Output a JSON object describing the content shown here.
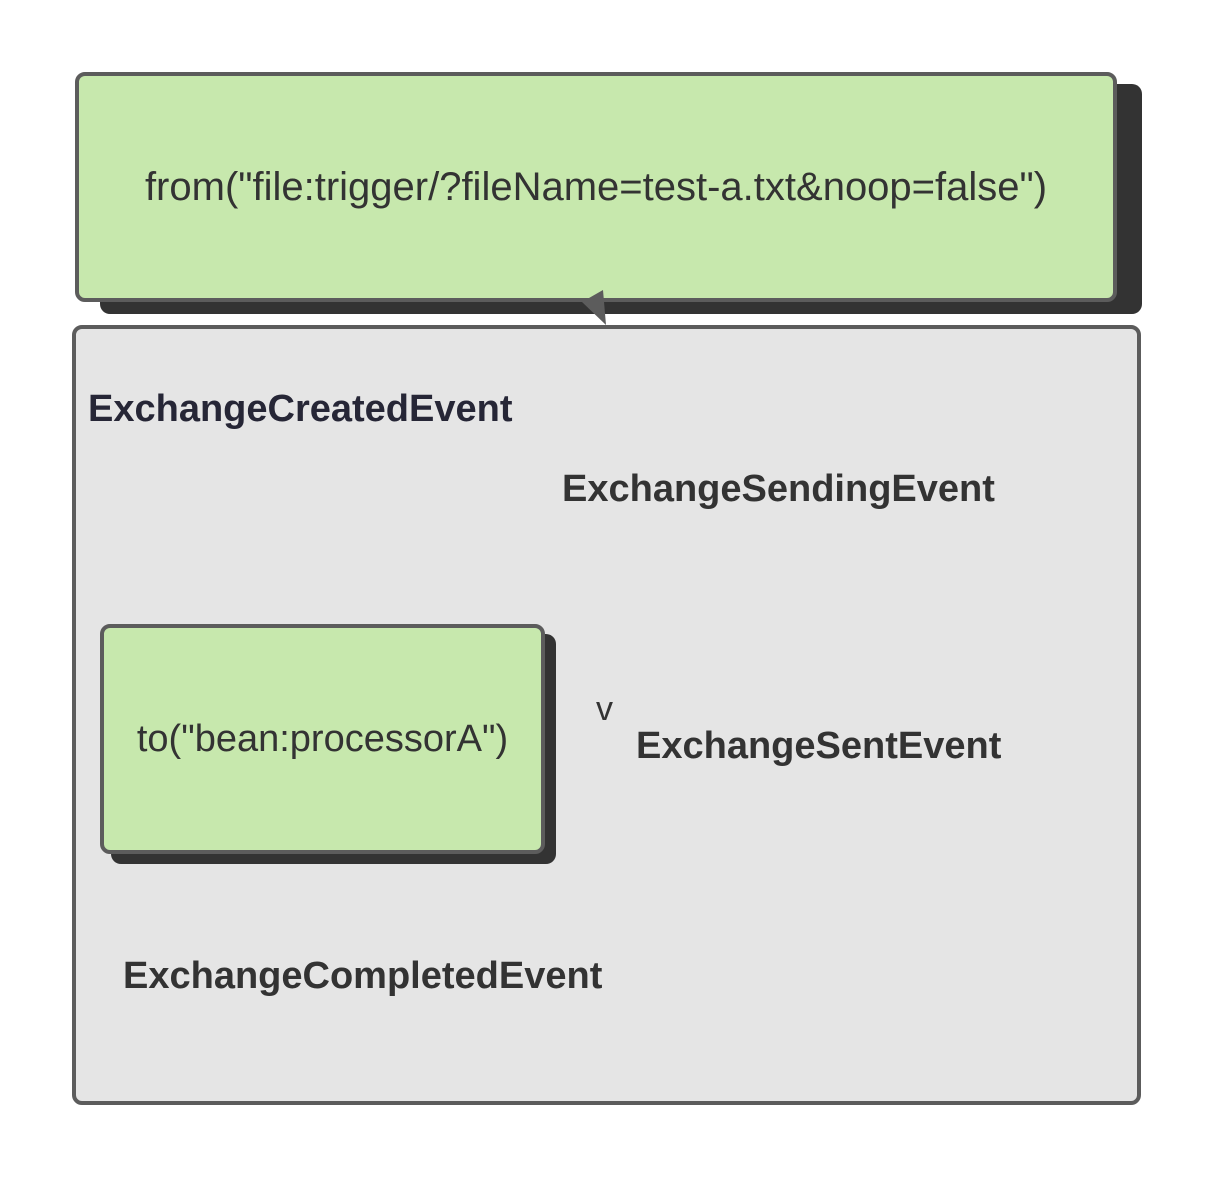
{
  "nodes": {
    "from_label": "from(\"file:trigger/?fileName=test-a.txt&noop=false\")",
    "to_label": "to(\"bean:processorA\")"
  },
  "events": {
    "created": "ExchangeCreatedEvent",
    "sending": "ExchangeSendingEvent",
    "sent": "ExchangeSentEvent",
    "completed": "ExchangeCompletedEvent"
  },
  "marks": {
    "v": "v"
  },
  "colors": {
    "node_fill": "#c7e8ad",
    "container_fill": "#e5e5e5",
    "border": "#5c5c5c",
    "shadow": "#333333",
    "text": "#333333"
  }
}
